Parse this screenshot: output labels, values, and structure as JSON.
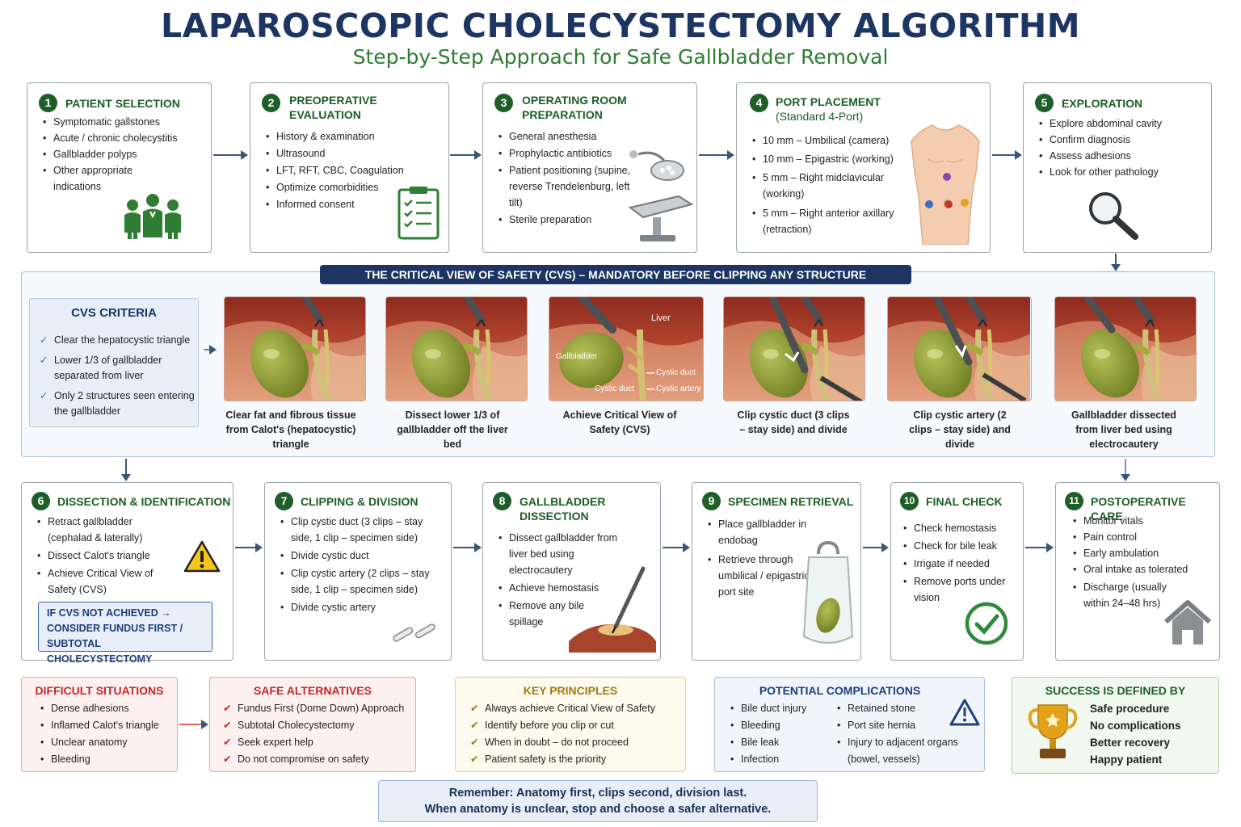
{
  "header": {
    "title": "LAPAROSCOPIC CHOLECYSTECTOMY ALGORITHM",
    "subtitle": "Step-by-Step Approach for Safe Gallbladder Removal"
  },
  "steps_top": [
    {
      "num": "1",
      "title": "PATIENT SELECTION",
      "subtitle": "",
      "items": [
        "Symptomatic gallstones",
        "Acute / chronic cholecystitis",
        "Gallbladder polyps",
        "Other appropriate indications"
      ],
      "icon": "people-icon"
    },
    {
      "num": "2",
      "title": "PREOPERATIVE",
      "title2": "EVALUATION",
      "items": [
        "History & examination",
        "Ultrasound",
        "LFT, RFT, CBC, Coagulation",
        "Optimize comorbidities",
        "Informed consent"
      ],
      "icon": "clipboard-icon"
    },
    {
      "num": "3",
      "title": "OPERATING ROOM",
      "title2": "PREPARATION",
      "items": [
        "General anesthesia",
        "Prophylactic antibiotics",
        "Patient positioning (supine, reverse Trendelenburg, left tilt)",
        "Sterile preparation"
      ],
      "icon": "operating-table-icon"
    },
    {
      "num": "4",
      "title": "PORT PLACEMENT",
      "title2": "(Standard 4-Port)",
      "items": [
        "10 mm – Umbilical (camera)",
        "10 mm – Epigastric (working)",
        "5 mm – Right midclavicular (working)",
        "5 mm – Right anterior axillary (retraction)"
      ],
      "icon": "torso-icon"
    },
    {
      "num": "5",
      "title": "EXPLORATION",
      "items": [
        "Explore abdominal cavity",
        "Confirm diagnosis",
        "Assess adhesions",
        "Look for other pathology"
      ],
      "icon": "magnifier-icon"
    }
  ],
  "cvs": {
    "banner": "THE CRITICAL VIEW OF SAFETY (CVS) – MANDATORY BEFORE CLIPPING ANY STRUCTURE",
    "criteria_title": "CVS CRITERIA",
    "criteria": [
      "Clear the hepatocystic triangle",
      "Lower 1/3 of gallbladder separated from liver",
      "Only 2 structures seen entering the gallbladder"
    ],
    "image_labels": {
      "liver": "Liver",
      "gallbladder": "Gallbladder",
      "cystic_duct_left": "Cystic duct",
      "cystic_duct": "Cystic duct",
      "cystic_artery": "Cystic artery"
    },
    "steps": [
      "Clear fat and fibrous tissue from Calot's (hepatocystic) triangle",
      "Dissect lower 1/3 of gallbladder off the liver bed",
      "Achieve Critical View of Safety (CVS)",
      "Clip cystic duct (3 clips – stay side) and divide",
      "Clip cystic artery (2 clips – stay side) and divide",
      "Gallbladder dissected from liver bed using electrocautery"
    ]
  },
  "steps_bottom": [
    {
      "num": "6",
      "title": "DISSECTION & IDENTIFICATION",
      "items": [
        "Retract gallbladder (cephalad & laterally)",
        "Dissect Calot's triangle",
        "Achieve Critical View of Safety (CVS)"
      ],
      "warning": "IF CVS NOT ACHIEVED → CONSIDER FUNDUS FIRST / SUBTOTAL CHOLECYSTECTOMY"
    },
    {
      "num": "7",
      "title": "CLIPPING & DIVISION",
      "items": [
        "Clip cystic duct (3 clips – stay side, 1 clip – specimen side)",
        "Divide cystic duct",
        "Clip cystic artery (2 clips – stay side, 1 clip – specimen side)",
        "Divide cystic artery"
      ]
    },
    {
      "num": "8",
      "title": "GALLBLADDER",
      "title2": "DISSECTION",
      "items": [
        "Dissect gallbladder from liver bed using electrocautery",
        "Achieve hemostasis",
        "Remove any bile spillage"
      ]
    },
    {
      "num": "9",
      "title": "SPECIMEN RETRIEVAL",
      "items": [
        "Place gallbladder in endobag",
        "Retrieve through umbilical / epigastric port site"
      ]
    },
    {
      "num": "10",
      "title": "FINAL CHECK",
      "items": [
        "Check hemostasis",
        "Check for bile leak",
        "Irrigate if needed",
        "Remove ports under vision"
      ]
    },
    {
      "num": "11",
      "title": "POSTOPERATIVE CARE",
      "items": [
        "Monitor vitals",
        "Pain control",
        "Early ambulation",
        "Oral intake as tolerated",
        "Discharge (usually within 24–48 hrs)"
      ]
    }
  ],
  "bottom_boxes": {
    "difficult": {
      "title": "DIFFICULT SITUATIONS",
      "items": [
        "Dense adhesions",
        "Inflamed Calot's triangle",
        "Unclear anatomy",
        "Bleeding"
      ]
    },
    "alternatives": {
      "title": "SAFE ALTERNATIVES",
      "items": [
        "Fundus First (Dome Down) Approach",
        "Subtotal Cholecystectomy",
        "Seek expert help",
        "Do not compromise on safety"
      ]
    },
    "principles": {
      "title": "KEY PRINCIPLES",
      "items": [
        "Always achieve Critical View of Safety",
        "Identify before you clip or cut",
        "When in doubt – do not proceed",
        "Patient safety is the priority"
      ]
    },
    "complications": {
      "title": "POTENTIAL COMPLICATIONS",
      "col1": [
        "Bile duct injury",
        "Bleeding",
        "Bile leak",
        "Infection"
      ],
      "col2": [
        "Retained stone",
        "Port site hernia",
        "Injury to adjacent organs (bowel, vessels)"
      ]
    },
    "success": {
      "title": "SUCCESS IS DEFINED BY",
      "items": [
        "Safe procedure",
        "No complications",
        "Better recovery",
        "Happy patient"
      ]
    }
  },
  "remember": {
    "line1": "Remember: Anatomy first, clips second, division last.",
    "line2": "When anatomy is unclear, stop and choose a safer alternative."
  },
  "colors": {
    "navy": "#1c3563",
    "green": "#1e5e28",
    "red": "#c62828",
    "gold": "#a17a12",
    "blue": "#1c3f7a"
  }
}
